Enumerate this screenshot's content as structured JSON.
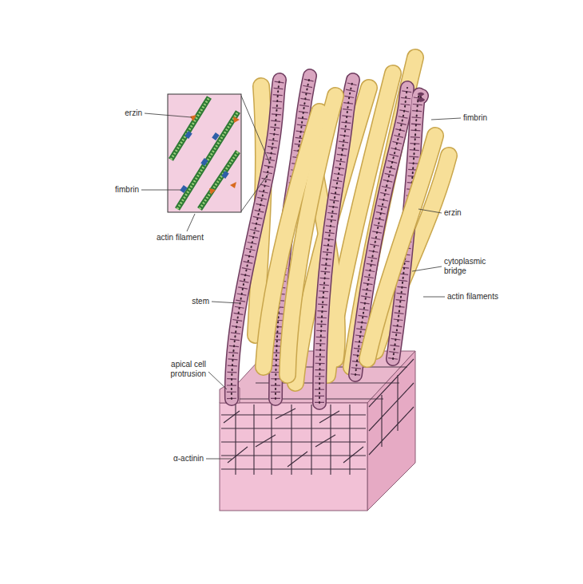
{
  "diagram": {
    "labels": [
      "erzin",
      "fimbrin",
      "actin filament",
      "fimbrin",
      "erzin",
      "cytoplasmic bridge",
      "actin filaments",
      "stem",
      "apical cell protrusion",
      "α-actinin"
    ]
  }
}
